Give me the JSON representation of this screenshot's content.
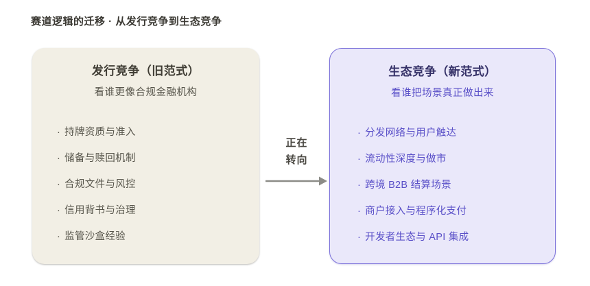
{
  "page": {
    "title": "赛道逻辑的迁移 · 从发行竞争到生态竞争"
  },
  "left_card": {
    "title": "发行竞争（旧范式）",
    "subtitle": "看谁更像合规金融机构",
    "bullet": "·",
    "items": [
      "持牌资质与准入",
      "储备与赎回机制",
      "合规文件与风控",
      "信用背书与治理",
      "监管沙盒经验"
    ]
  },
  "arrow": {
    "label_line1": "正在",
    "label_line2": "转向"
  },
  "right_card": {
    "title": "生态竞争（新范式）",
    "subtitle": "看谁把场景真正做出来",
    "bullet": "·",
    "items": [
      "分发网络与用户触达",
      "流动性深度与做市",
      "跨境 B2B 结算场景",
      "商户接入与程序化支付",
      "开发者生态与 API 集成"
    ]
  },
  "colors": {
    "page_bg": "#ffffff",
    "title_text": "#3b3933",
    "left_bg": "#f2efe5",
    "left_title": "#3f3c34",
    "left_text": "#56544a",
    "arrow": "#8c8c87",
    "arrow_label": "#4a4842",
    "right_bg": "#eae8fa",
    "right_border": "#7c72da",
    "right_title": "#343067",
    "right_text": "#5a50c8"
  }
}
